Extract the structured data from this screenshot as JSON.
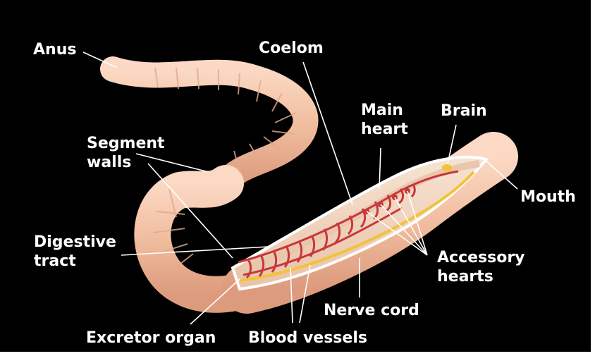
{
  "diagram": {
    "labels": {
      "anus": "Anus",
      "coelom": "Coelom",
      "main_heart": [
        "Main",
        "heart"
      ],
      "brain": "Brain",
      "segment_walls": [
        "Segment",
        "walls"
      ],
      "mouth": "Mouth",
      "digestive_tract": [
        "Digestive",
        "tract"
      ],
      "accessory_hearts": [
        "Accessory",
        "hearts"
      ],
      "nerve_cord": "Nerve cord",
      "excretor_organ": "Excretor organ",
      "blood_vessels": "Blood vessels"
    }
  }
}
